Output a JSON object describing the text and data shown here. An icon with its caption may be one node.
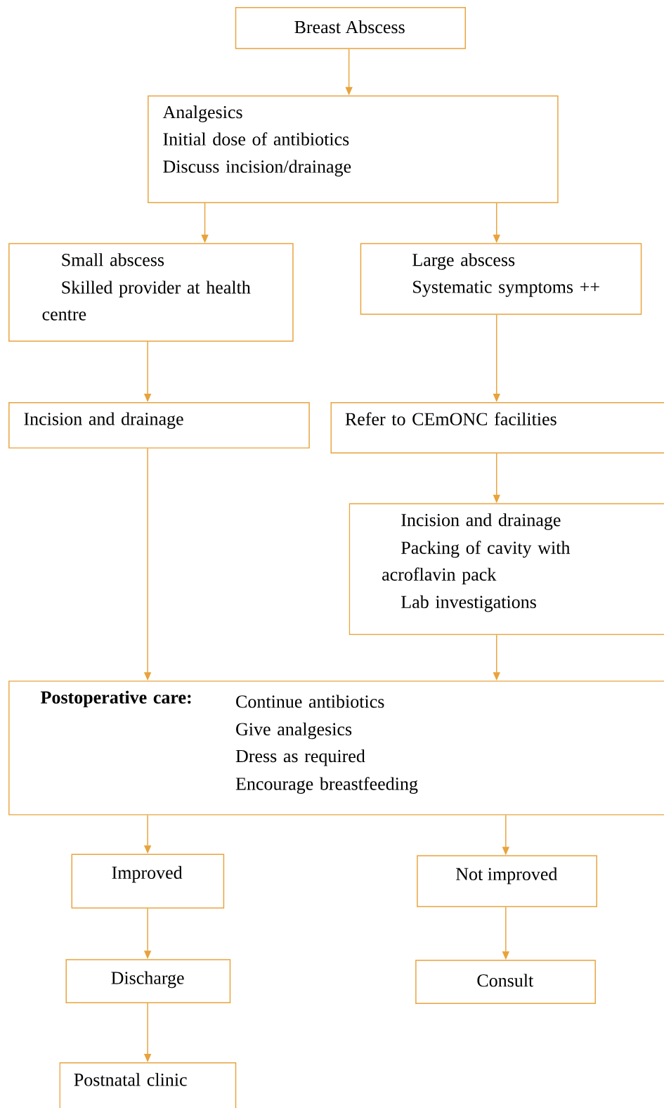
{
  "diagram": {
    "nodes": [
      {
        "text": [
          "Breast Abscess"
        ]
      },
      {
        "text": [
          "Analgesics",
          "Initial dose of antibiotics",
          "Discuss incision/drainage"
        ]
      },
      {
        "text": [
          "Small abscess",
          "Skilled provider at health centre"
        ]
      },
      {
        "text": [
          "Large abscess",
          "Systematic symptoms ++"
        ]
      },
      {
        "text": [
          "Incision and drainage"
        ]
      },
      {
        "text": [
          "Refer to CEmONC facilities"
        ]
      },
      {
        "text": [
          "Incision and drainage",
          "Packing of cavity with acroflavin pack",
          "Lab investigations"
        ]
      },
      {
        "text": [
          "Postoperative care:",
          "Continue antibiotics",
          "Give analgesics",
          "Dress as required",
          "Encourage breastfeeding"
        ]
      },
      {
        "text": [
          "Improved"
        ]
      },
      {
        "text": [
          "Not improved"
        ]
      },
      {
        "text": [
          "Discharge"
        ]
      },
      {
        "text": [
          "Consult"
        ]
      },
      {
        "text": [
          "Postnatal clinic"
        ]
      }
    ],
    "edges": [
      {
        "from": 0,
        "to": 1,
        "arrow": "to"
      },
      {
        "from": 1,
        "to": 2,
        "arrow": "to"
      },
      {
        "from": 1,
        "to": 3,
        "arrow": "to"
      },
      {
        "from": 2,
        "to": 4,
        "arrow": "to"
      },
      {
        "from": 3,
        "to": 5,
        "arrow": "to"
      },
      {
        "from": 4,
        "to": 7,
        "arrow": "to"
      },
      {
        "from": 5,
        "to": 6,
        "arrow": "to"
      },
      {
        "from": 6,
        "to": 7,
        "arrow": "to"
      },
      {
        "from": 7,
        "to": 8,
        "arrow": "to"
      },
      {
        "from": 7,
        "to": 9,
        "arrow": "to"
      },
      {
        "from": 8,
        "to": 10,
        "arrow": "to"
      },
      {
        "from": 9,
        "to": 11,
        "arrow": "to"
      },
      {
        "from": 10,
        "to": 12,
        "arrow": "to"
      }
    ]
  }
}
